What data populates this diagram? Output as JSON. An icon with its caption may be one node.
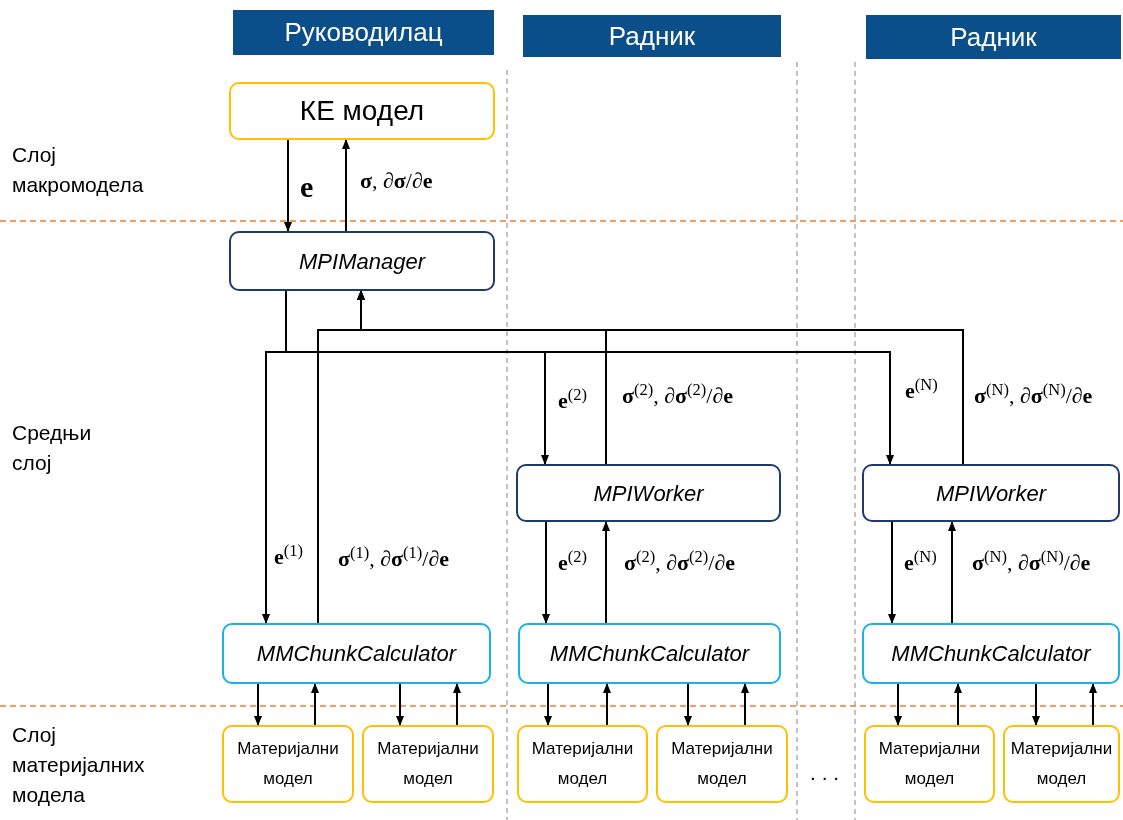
{
  "diagram": {
    "nodes": [
      {
        "text": [
          "Руководилац"
        ]
      },
      {
        "text": [
          "Радник"
        ]
      },
      {
        "text": [
          "Радник"
        ]
      },
      {
        "text": [
          "КЕ модел"
        ]
      },
      {
        "text": [
          "MPIManager"
        ]
      },
      {
        "text": [
          "MPIWorker"
        ]
      },
      {
        "text": [
          "MPIWorker"
        ]
      },
      {
        "text": [
          "MMChunkCalculator"
        ]
      },
      {
        "text": [
          "MMChunkCalculator"
        ]
      },
      {
        "text": [
          "MMChunkCalculator"
        ]
      },
      {
        "text": [
          "Материјални модел"
        ]
      },
      {
        "text": [
          "Материјални модел"
        ]
      },
      {
        "text": [
          "Материјални модел"
        ]
      },
      {
        "text": [
          "Материјални модел"
        ]
      },
      {
        "text": [
          "Материјални модел"
        ]
      },
      {
        "text": [
          "Материјални модел"
        ]
      }
    ],
    "edges": [
      {
        "from": 3,
        "to": 4,
        "arrow": "to",
        "label": "e"
      },
      {
        "from": 4,
        "to": 3,
        "arrow": "to",
        "label": "**σ**, ∂**σ**/∂**e**"
      },
      {
        "from": 4,
        "to": 7,
        "arrow": "to",
        "label": "**e**$^{(1)}$"
      },
      {
        "from": 4,
        "to": 5,
        "arrow": "to",
        "label": "**e**$^{(2)}$"
      },
      {
        "from": 4,
        "to": 6,
        "arrow": "to",
        "label": "**e**$^{(N)}$"
      },
      {
        "from": 7,
        "to": 4,
        "arrow": "to",
        "label": "**σ**$^{(1)}$, ∂**σ**$^{(1)}$/∂**e**"
      },
      {
        "from": 5,
        "to": 4,
        "arrow": "to",
        "label": "**σ**$^{(2)}$, ∂**σ**$^{(2)}$/∂**e**"
      },
      {
        "from": 6,
        "to": 4,
        "arrow": "to",
        "label": "**σ**$^{(N)}$, ∂**σ**$^{(N)}$/∂**e**"
      },
      {
        "from": 5,
        "to": 8,
        "arrow": "to",
        "label": "**e**$^{(2)}$"
      },
      {
        "from": 8,
        "to": 5,
        "arrow": "to",
        "label": "**σ**$^{(2)}$, ∂**σ**$^{(2)}$/∂**e**"
      },
      {
        "from": 6,
        "to": 9,
        "arrow": "to",
        "label": "**e**$^{(N)}$"
      },
      {
        "from": 9,
        "to": 6,
        "arrow": "to",
        "label": "**σ**$^{(N)}$, ∂**σ**$^{(N)}$/∂**e**"
      },
      {
        "from": 7,
        "to": 10,
        "arrow": "to"
      },
      {
        "from": 10,
        "to": 7,
        "arrow": "to"
      },
      {
        "from": 7,
        "to": 11,
        "arrow": "to"
      },
      {
        "from": 11,
        "to": 7,
        "arrow": "to"
      },
      {
        "from": 8,
        "to": 12,
        "arrow": "to"
      },
      {
        "from": 12,
        "to": 8,
        "arrow": "to"
      },
      {
        "from": 8,
        "to": 13,
        "arrow": "to"
      },
      {
        "from": 13,
        "to": 8,
        "arrow": "to"
      },
      {
        "from": 9,
        "to": 14,
        "arrow": "to"
      },
      {
        "from": 14,
        "to": 9,
        "arrow": "to"
      },
      {
        "from": 9,
        "to": 15,
        "arrow": "to"
      },
      {
        "from": 15,
        "to": 9,
        "arrow": "to"
      }
    ],
    "labels": [
      "Слој макромодела",
      "Средњи слој",
      "Слој материјалних модела",
      ". . ."
    ]
  }
}
